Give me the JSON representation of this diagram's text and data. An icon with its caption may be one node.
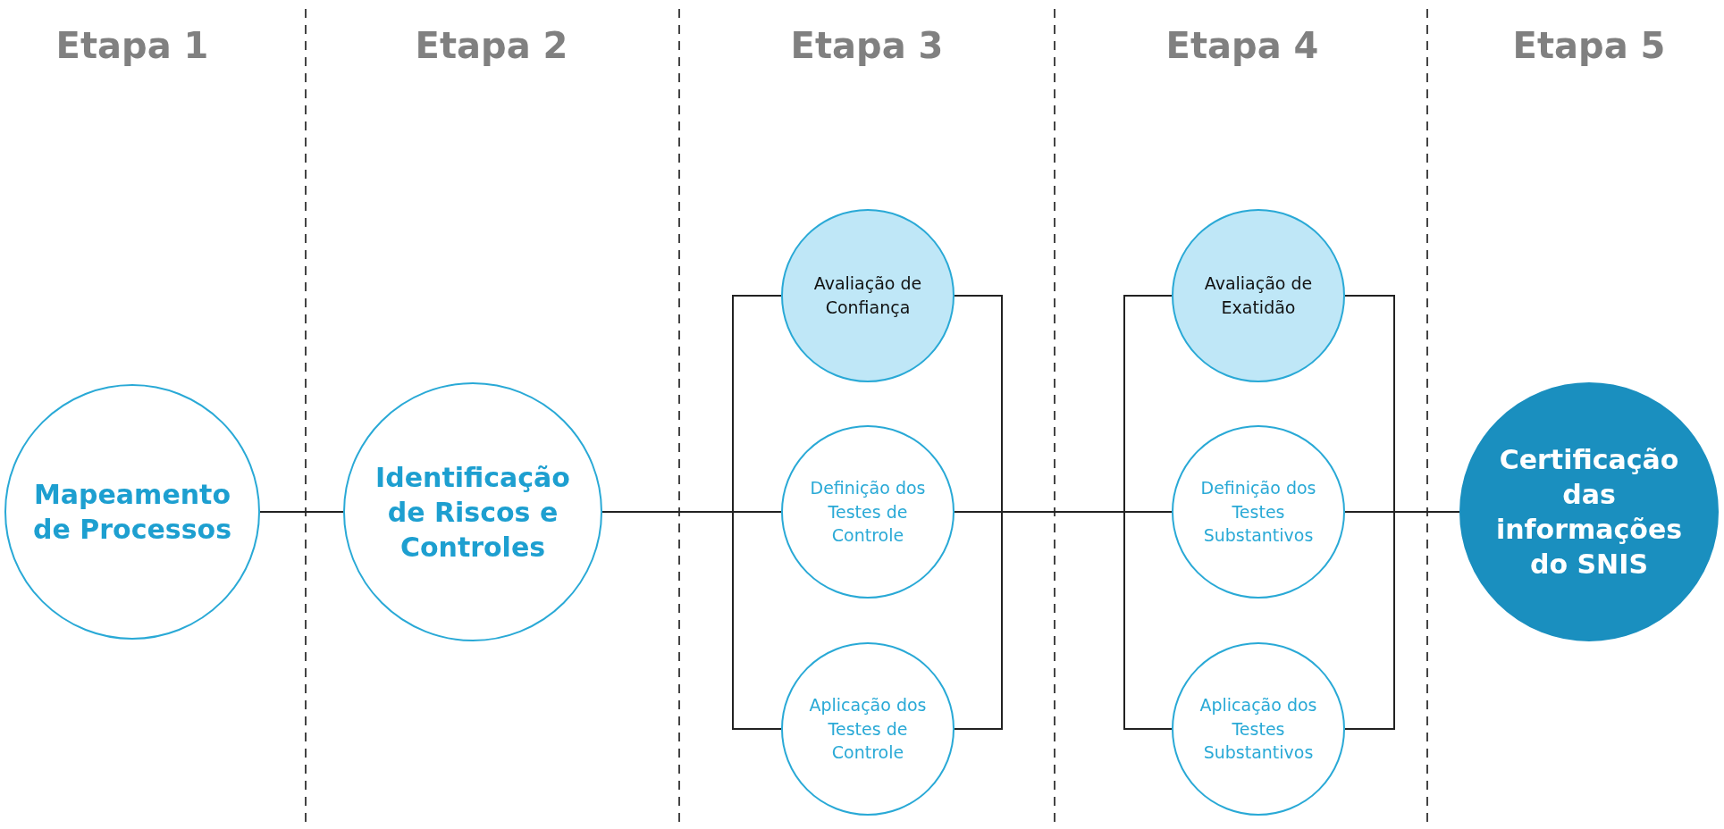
{
  "diagram": {
    "nodes": [
      {
        "text": [
          "Mapeamento de Processos"
        ]
      },
      {
        "text": [
          "Identificação de Riscos e Controles"
        ]
      },
      {
        "text": [
          "Avaliação de Confiança"
        ]
      },
      {
        "text": [
          "Definição dos Testes de Controle"
        ]
      },
      {
        "text": [
          "Aplicação dos Testes de Controle"
        ]
      },
      {
        "text": [
          "Avaliação de Exatidão"
        ]
      },
      {
        "text": [
          "Definição dos Testes Substantivos"
        ]
      },
      {
        "text": [
          "Aplicação dos Testes Substantivos"
        ]
      },
      {
        "text": [
          "Certificação das informações do SNIS"
        ]
      }
    ],
    "edges": [
      {
        "from": 0,
        "to": 1,
        "arrow": "none"
      },
      {
        "from": 1,
        "to": 2,
        "arrow": "none"
      },
      {
        "from": 1,
        "to": 3,
        "arrow": "none"
      },
      {
        "from": 1,
        "to": 4,
        "arrow": "none"
      },
      {
        "from": 2,
        "to": 5,
        "arrow": "none"
      },
      {
        "from": 2,
        "to": 6,
        "arrow": "none"
      },
      {
        "from": 2,
        "to": 7,
        "arrow": "none"
      },
      {
        "from": 3,
        "to": 5,
        "arrow": "none"
      },
      {
        "from": 3,
        "to": 6,
        "arrow": "none"
      },
      {
        "from": 3,
        "to": 7,
        "arrow": "none"
      },
      {
        "from": 4,
        "to": 5,
        "arrow": "none"
      },
      {
        "from": 4,
        "to": 6,
        "arrow": "none"
      },
      {
        "from": 4,
        "to": 7,
        "arrow": "none"
      },
      {
        "from": 5,
        "to": 8,
        "arrow": "none"
      },
      {
        "from": 6,
        "to": 8,
        "arrow": "none"
      },
      {
        "from": 7,
        "to": 8,
        "arrow": "none"
      }
    ],
    "labels": [
      "Etapa 1",
      "Etapa 2",
      "Etapa 3",
      "Etapa 4",
      "Etapa 5"
    ]
  }
}
